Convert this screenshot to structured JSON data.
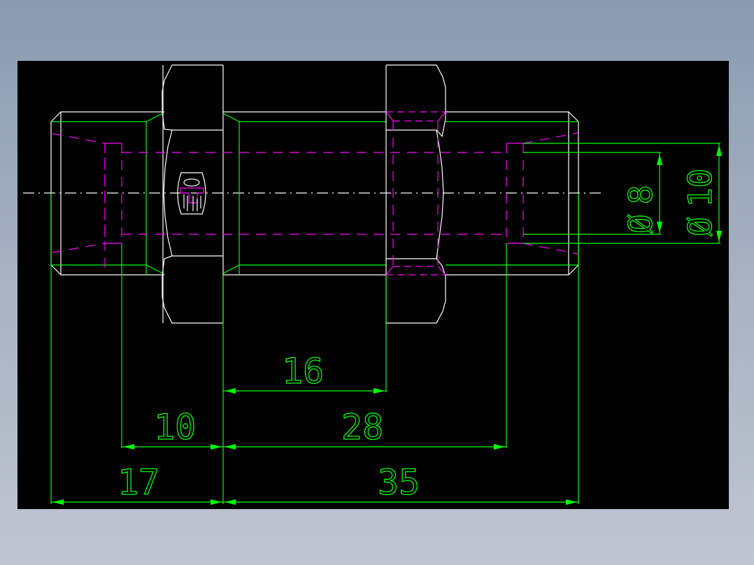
{
  "drawing": {
    "background": "#000000",
    "colors": {
      "outline": "#ffffff",
      "dimension": "#00ff00",
      "hidden": "#ff00ff",
      "centerline": "#ffffff"
    },
    "part": "straight union fitting with two hex nuts (side view)",
    "dimensions": {
      "d16": "16",
      "d10": "10",
      "d28": "28",
      "d17": "17",
      "d35": "35",
      "dia8": "8",
      "dia10": "10",
      "dia_symbol": "Ø"
    },
    "logo": "company-logo-mark"
  }
}
